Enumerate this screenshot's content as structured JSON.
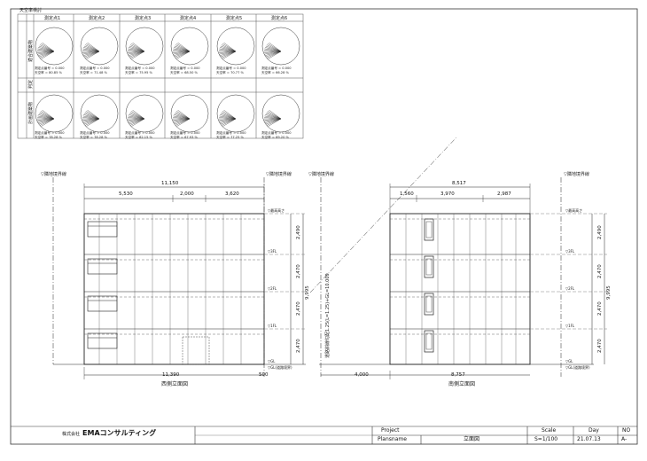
{
  "solar_study": {
    "title": "天空率検討",
    "columns": [
      "測定点1",
      "測定点2",
      "測定点3",
      "測定点4",
      "測定点5",
      "測定点6"
    ],
    "row_labels": [
      "適合建築物",
      "判定",
      "計画建築物"
    ],
    "top_row": [
      {
        "l1": "測定点番号 = 0.000",
        "l2": "天空率 = 80.85 %"
      },
      {
        "l1": "測定点番号 = 0.000",
        "l2": "天空率 = 71.48 %"
      },
      {
        "l1": "測定点番号 = 0.000",
        "l2": "天空率 = 75.95 %"
      },
      {
        "l1": "測定点番号 = 0.000",
        "l2": "天空率 = 68.50 %"
      },
      {
        "l1": "測定点番号 = 0.000",
        "l2": "天空率 = 70.77 %"
      },
      {
        "l1": "測定点番号 = 0.000",
        "l2": "天空率 = 66.28 %"
      }
    ],
    "bottom_row": [
      {
        "l1": "測定点番号 = 0.000",
        "l2": "天空率 = 78.28 %"
      },
      {
        "l1": "測定点番号 = 0.000",
        "l2": "天空率 = 78.28 %"
      },
      {
        "l1": "測定点番号 = 0.000",
        "l2": "天空率 = 82.15 %"
      },
      {
        "l1": "測定点番号 = 0.000",
        "l2": "天空率 = 67.93 %"
      },
      {
        "l1": "測定点番号 = 0.000",
        "l2": "天空率 = 77.25 %"
      },
      {
        "l1": "測定点番号 = 0.000",
        "l2": "天空率 = 69.20 %"
      }
    ]
  },
  "west_elevation": {
    "caption": "西側立面図",
    "boundary_label_left": "▽隣地境界線",
    "boundary_label_right": "▽隣地境界線",
    "overall_width": "11,150",
    "spans": [
      "5,530",
      "2,000",
      "3,620"
    ],
    "bottom_width": "11,390",
    "bottom_offset": "500",
    "floor_heights": [
      "2,490",
      "2,470",
      "2,470",
      "2,470"
    ],
    "total_height": "9,995",
    "level_labels": [
      "▽最高高さ",
      "▽3FL",
      "▽2FL",
      "▽1FL",
      "▽GL",
      "▽GL(道路境界)"
    ]
  },
  "south_elevation": {
    "caption": "南側立面図",
    "boundary_label_left": "▽隣地境界線",
    "boundary_label_right": "▽隣地境界線",
    "overall_width": "8,517",
    "spans": [
      "1,560",
      "3,970",
      "2,987"
    ],
    "bottom_width": "8,757",
    "bottom_offset": "4,000",
    "floor_heights": [
      "2,490",
      "2,470",
      "2,470",
      "2,470"
    ],
    "total_height": "9,995",
    "level_labels": [
      "▽最高高さ",
      "▽3FL",
      "▽2FL",
      "▽1FL",
      "▽GL",
      "▽GL(道路境界)"
    ],
    "slant_label": "道路斜線勾配1.25(L=1.25)+GL=10.009"
  },
  "title_block": {
    "company": "EMAコンサルティング",
    "company_prefix": "株式会社",
    "project_label": "Project",
    "plansname_label": "Plansname",
    "plansname": "立面図",
    "scale_label": "Scale",
    "scale": "S=1/100",
    "day_label": "Day",
    "day": "21.07.13",
    "no_label": "NO",
    "no": "A-"
  }
}
